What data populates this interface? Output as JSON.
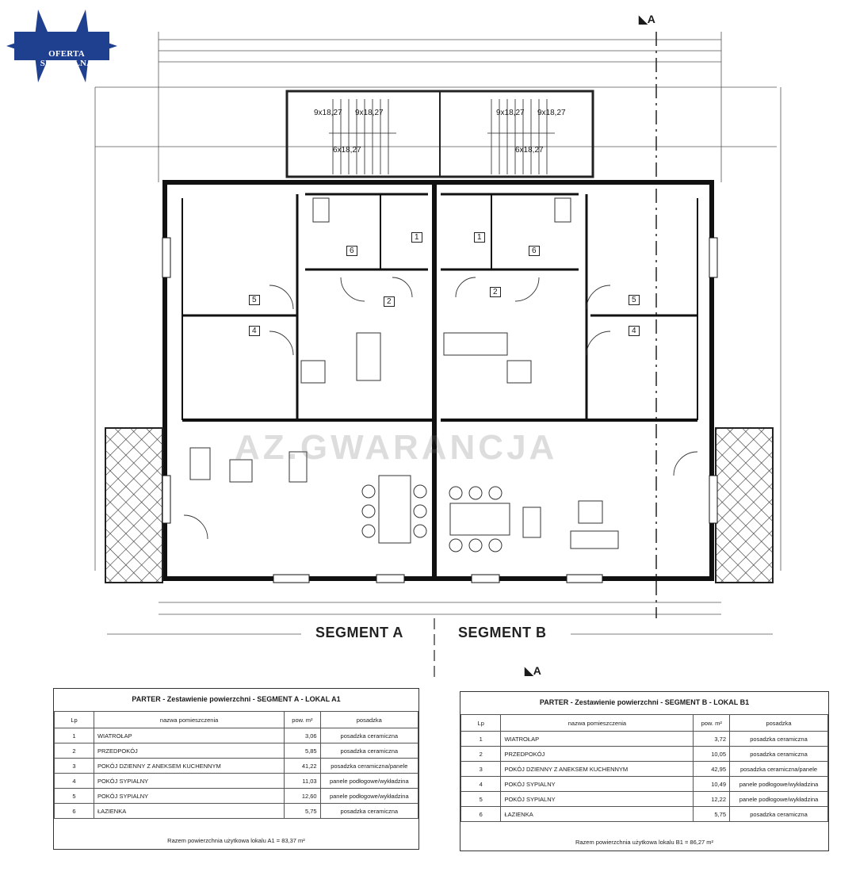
{
  "badge": {
    "label": "OFERTA SPECJALNA",
    "color": "#1f3f8f"
  },
  "watermark": "AZ.GWARANCJA",
  "section_marks": {
    "top": "A",
    "bottom": "A"
  },
  "stairs": [
    "9x18,27",
    "9x18,27",
    "9x18,27",
    "9x18,27",
    "6x18,27",
    "6x18,27"
  ],
  "segments": {
    "a": "SEGMENT A",
    "b": "SEGMENT B"
  },
  "rooms_a": [
    "1",
    "2",
    "4",
    "5",
    "6"
  ],
  "rooms_b": [
    "1",
    "2",
    "4",
    "5",
    "6"
  ],
  "table_a": {
    "title": "PARTER - Zestawienie powierzchni - SEGMENT A - LOKAL A1",
    "headers": [
      "Lp",
      "nazwa pomieszczenia",
      "pow. m²",
      "posadzka"
    ],
    "rows": [
      [
        "1",
        "WIATROŁAP",
        "3,06",
        "posadzka ceramiczna"
      ],
      [
        "2",
        "PRZEDPOKÓJ",
        "5,85",
        "posadzka ceramiczna"
      ],
      [
        "3",
        "POKÓJ DZIENNY Z ANEKSEM KUCHENNYM",
        "41,22",
        "posadzka ceramiczna/panele"
      ],
      [
        "4",
        "POKÓJ SYPIALNY",
        "11,03",
        "panele podłogowe/wykładzina"
      ],
      [
        "5",
        "POKÓJ SYPIALNY",
        "12,60",
        "panele podłogowe/wykładzina"
      ],
      [
        "6",
        "ŁAZIENKA",
        "5,75",
        "posadzka ceramiczna"
      ]
    ],
    "sum": "Razem powierzchnia użytkowa lokalu A1 = 83,37 m²"
  },
  "table_b": {
    "title": "PARTER - Zestawienie powierzchni - SEGMENT B - LOKAL B1",
    "headers": [
      "Lp",
      "nazwa pomieszczenia",
      "pow. m²",
      "posadzka"
    ],
    "rows": [
      [
        "1",
        "WIATROŁAP",
        "3,72",
        "posadzka ceramiczna"
      ],
      [
        "2",
        "PRZEDPOKÓJ",
        "10,05",
        "posadzka ceramiczna"
      ],
      [
        "3",
        "POKÓJ DZIENNY Z ANEKSEM KUCHENNYM",
        "42,95",
        "posadzka ceramiczna/panele"
      ],
      [
        "4",
        "POKÓJ SYPIALNY",
        "10,49",
        "panele podłogowe/wykładzina"
      ],
      [
        "5",
        "POKÓJ SYPIALNY",
        "12,22",
        "panele podłogowe/wykładzina"
      ],
      [
        "6",
        "ŁAZIENKA",
        "5,75",
        "posadzka ceramiczna"
      ]
    ],
    "sum": "Razem powierzchnia użytkowa lokalu B1 = 86,27 m²"
  }
}
